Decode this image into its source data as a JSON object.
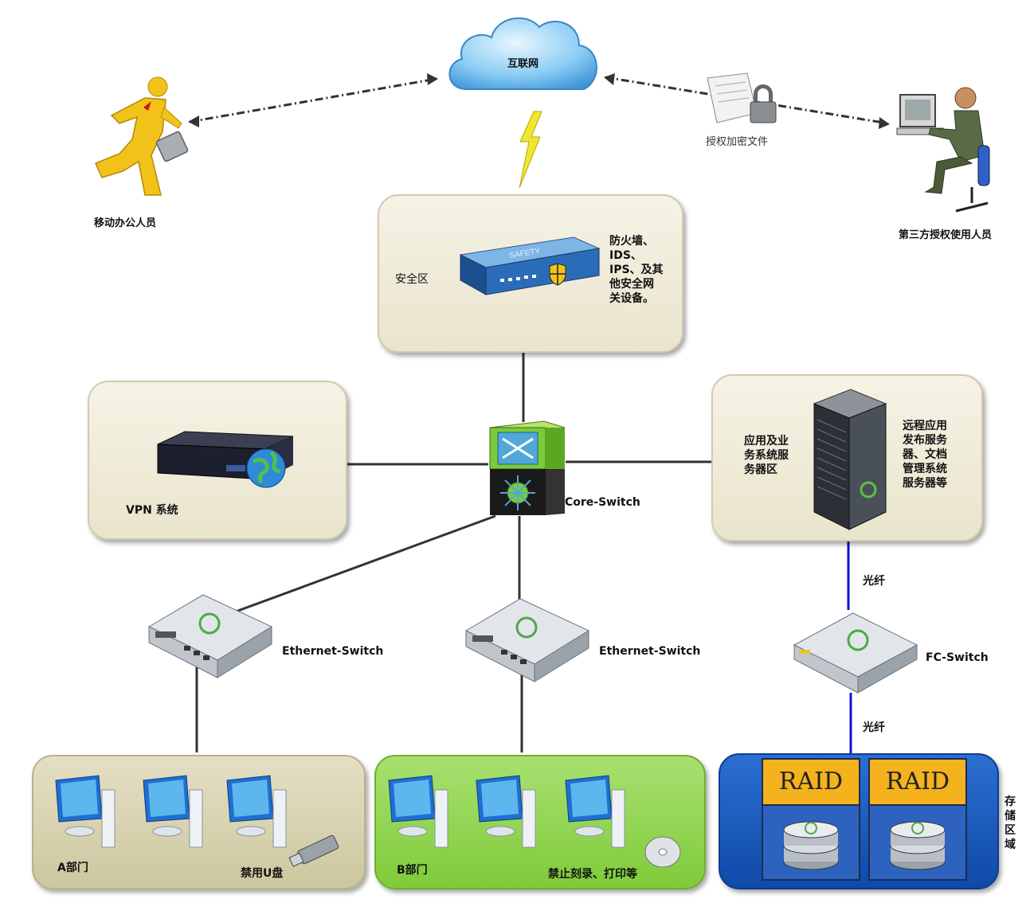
{
  "internet": {
    "label": "互联网"
  },
  "mobile_user": {
    "label": "移动办公人员"
  },
  "third_party": {
    "label": "第三方授权使用人员"
  },
  "encrypted_file": {
    "label": "授权加密文件"
  },
  "security_zone": {
    "title": "安全区",
    "desc": "防火墙、\nIDS、\nIPS、及其\n他安全网\n关设备。",
    "device_text": "SAFETY"
  },
  "vpn": {
    "label": "VPN 系统"
  },
  "core_switch": {
    "label": "Core-Switch"
  },
  "app_zone": {
    "title": "应用及业\n务系统服\n务器区",
    "desc": "远程应用\n发布服务\n器、文档\n管理系统\n服务器等"
  },
  "fiber_top": {
    "label": "光纤"
  },
  "fiber_bottom": {
    "label": "光纤"
  },
  "fc_switch": {
    "label": "FC-Switch"
  },
  "eth_switch_a": {
    "label": "Ethernet-Switch"
  },
  "eth_switch_b": {
    "label": "Ethernet-Switch"
  },
  "dept_a": {
    "label": "A部门",
    "note": "禁用U盘"
  },
  "dept_b": {
    "label": "B部门",
    "note": "禁止刻录、打印等"
  },
  "storage": {
    "label": "存\n储\n区\n域",
    "raid1": "RAID",
    "raid2": "RAID"
  },
  "colors": {
    "fiber": "#1010d0",
    "cable": "#333333",
    "raid_header": "#f4b21d",
    "storage_bg": "#1552b8",
    "dept_b_bg": "#8fd24f"
  }
}
